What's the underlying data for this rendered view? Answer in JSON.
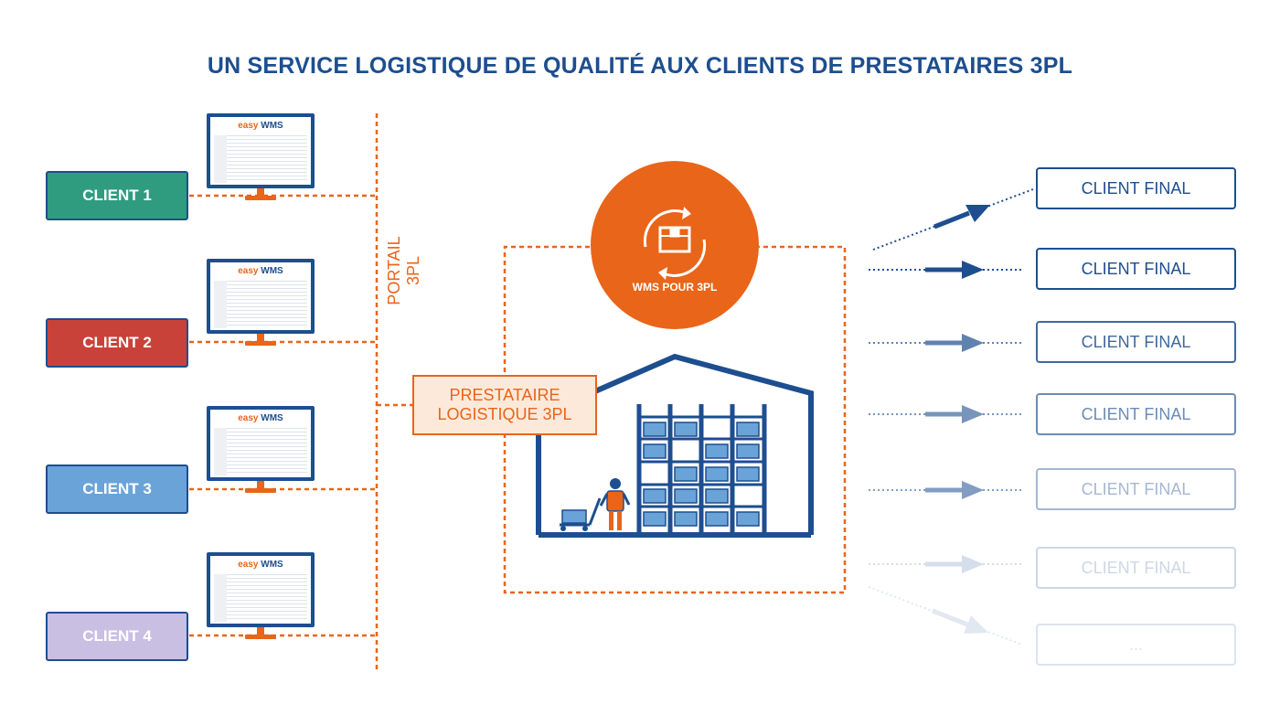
{
  "title": "UN SERVICE LOGISTIQUE DE QUALITÉ AUX CLIENTS DE PRESTATAIRES 3PL",
  "portal_label": "PORTAIL 3PL",
  "wms_label": "WMS POUR 3PL",
  "provider_label": [
    "PRESTATAIRE",
    "LOGISTIQUE 3PL"
  ],
  "monitor_logo": {
    "part1": "easy",
    "part2": "WMS"
  },
  "clients": [
    {
      "label": "CLIENT 1",
      "color": "#2f9c80"
    },
    {
      "label": "CLIENT 2",
      "color": "#c9423a"
    },
    {
      "label": "CLIENT 3",
      "color": "#6aa3d8"
    },
    {
      "label": "CLIENT 4",
      "color": "#c8bfe3"
    }
  ],
  "final_clients": [
    {
      "label": "CLIENT FINAL",
      "opacity": 1
    },
    {
      "label": "CLIENT FINAL",
      "opacity": 1
    },
    {
      "label": "CLIENT FINAL",
      "opacity": 0.85
    },
    {
      "label": "CLIENT FINAL",
      "opacity": 0.65
    },
    {
      "label": "CLIENT FINAL",
      "opacity": 0.4
    },
    {
      "label": "CLIENT FINAL",
      "opacity": 0.22
    },
    {
      "label": "...",
      "opacity": 0.15
    }
  ],
  "colors": {
    "blue": "#1d4e8f",
    "orange": "#e8651a",
    "light_orange": "#fde9da",
    "box_blue": "#6aa3d8"
  }
}
